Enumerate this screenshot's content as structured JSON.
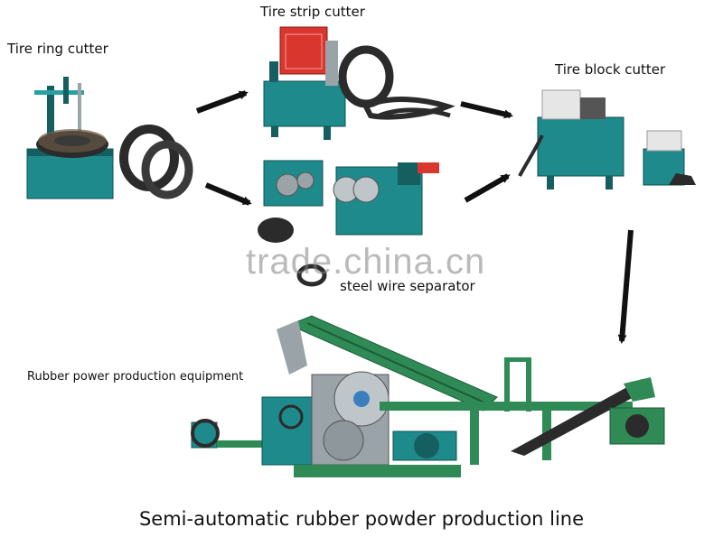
{
  "labels": {
    "tire_ring_cutter": "Tire ring cutter",
    "tire_strip_cutter": "Tire strip cutter",
    "tire_block_cutter": "Tire block cutter",
    "steel_wire_separator": "steel wire separator",
    "rubber_power_equipment": "Rubber power production equipment"
  },
  "caption": "Semi-automatic rubber powder production line",
  "watermark": "trade.china.cn",
  "colors": {
    "machine_body": "#1e8a8c",
    "machine_dark": "#155f61",
    "panel_red": "#d9362e",
    "steel": "#9aa3a8",
    "tire": "#2b2b2b",
    "frame_green": "#2f8a55"
  }
}
